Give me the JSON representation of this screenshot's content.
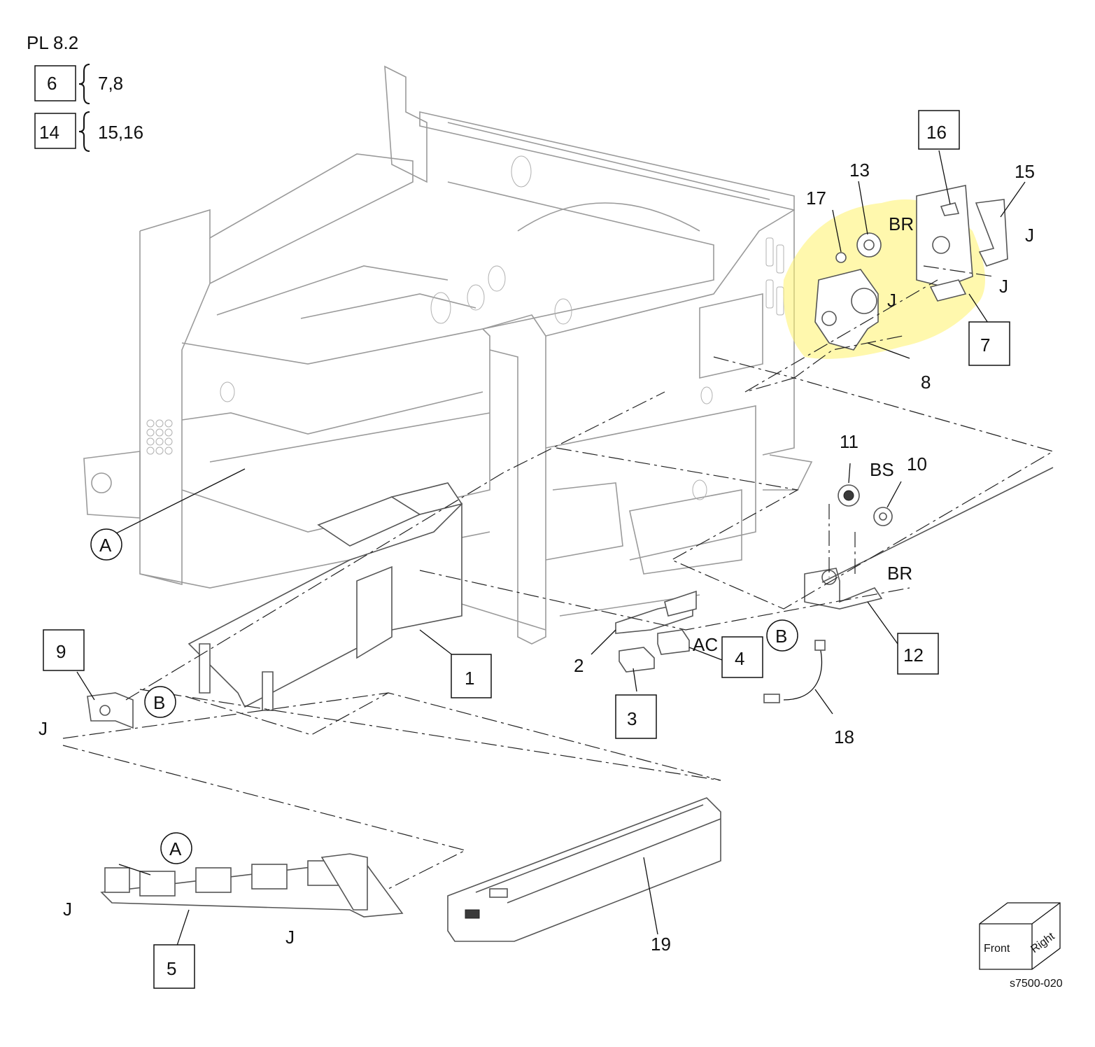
{
  "diagram": {
    "page_ref": "PL 8.2",
    "figure_id": "s7500-020",
    "groups": [
      {
        "kit": "6",
        "contents": "7,8"
      },
      {
        "kit": "14",
        "contents": "15,16"
      }
    ],
    "boxed_parts": [
      "1",
      "3",
      "4",
      "5",
      "7",
      "9",
      "12",
      "16"
    ],
    "plain_parts": [
      "2",
      "8",
      "10",
      "11",
      "13",
      "15",
      "17",
      "18",
      "19"
    ],
    "refs": {
      "J": "J",
      "A": "A",
      "B": "B",
      "BR": "BR",
      "BS": "BS",
      "AC": "AC"
    },
    "orientation_cube": {
      "front": "Front",
      "right": "Right"
    },
    "highlight_color": "#fff36a"
  }
}
